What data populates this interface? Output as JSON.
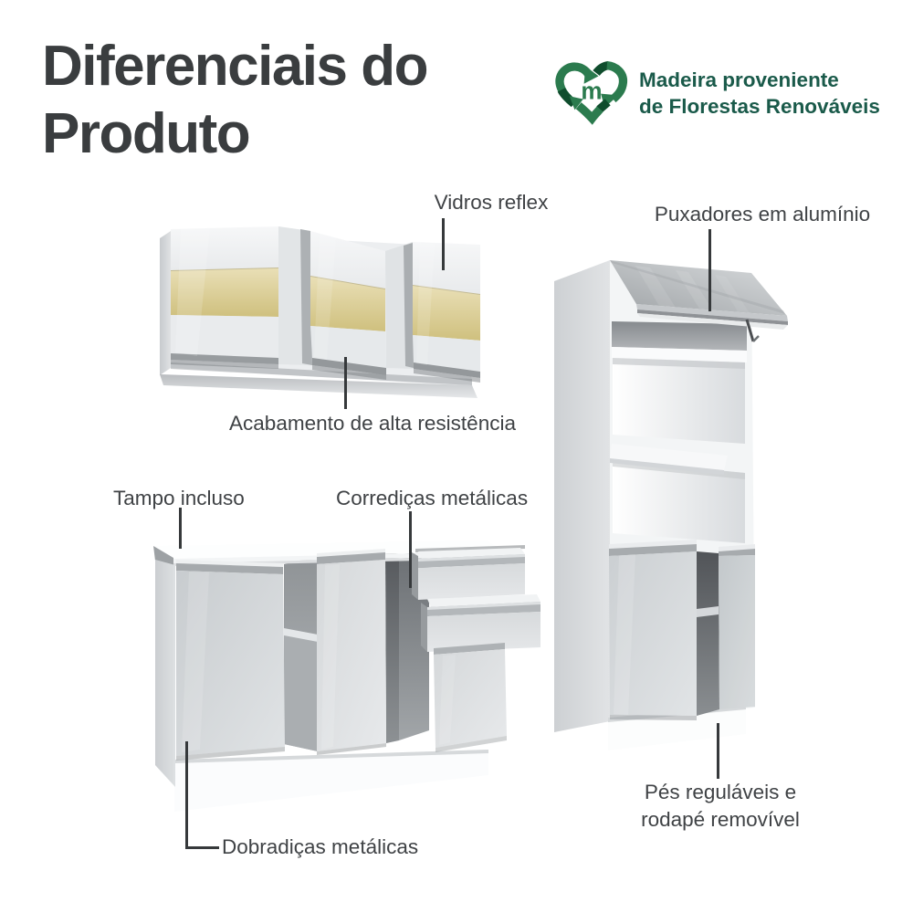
{
  "header": {
    "title_line1": "Diferenciais do",
    "title_line2": "Produto"
  },
  "eco_badge": {
    "icon": "recycle-heart-icon",
    "logo_letter": "m",
    "line1": "Madeira proveniente",
    "line2": "de Florestas Renováveis"
  },
  "callouts": {
    "vidros": {
      "label": "Vidros reflex"
    },
    "puxadores": {
      "label": "Puxadores em alumínio"
    },
    "acabamento": {
      "label": "Acabamento de alta resistência"
    },
    "tampo": {
      "label": "Tampo incluso"
    },
    "corredicas": {
      "label": "Corrediças metálicas"
    },
    "pes": {
      "label": "Pés reguláveis e rodapé removível"
    },
    "dobradicas": {
      "label": "Dobradiças metálicas"
    }
  },
  "illustrations": {
    "wall_cabinet": "wall cabinet with 3 doors and reflex glass strips",
    "tall_cabinet": "tall oven cabinet with flip-up door open",
    "base_cabinet": "base cabinet with countertop, open doors and extended drawers"
  },
  "palette": {
    "title_text": "#3a3d3f",
    "label_text": "#3f4245",
    "callout_line": "#36393b",
    "eco_text": "#1a5a4a",
    "logo_green": "#2b7b4e",
    "logo_green_dark": "#0f4d2d",
    "glass_gold": "#d9cb92",
    "cabinet_gray": "#d3d6d8",
    "background": "#ffffff"
  }
}
